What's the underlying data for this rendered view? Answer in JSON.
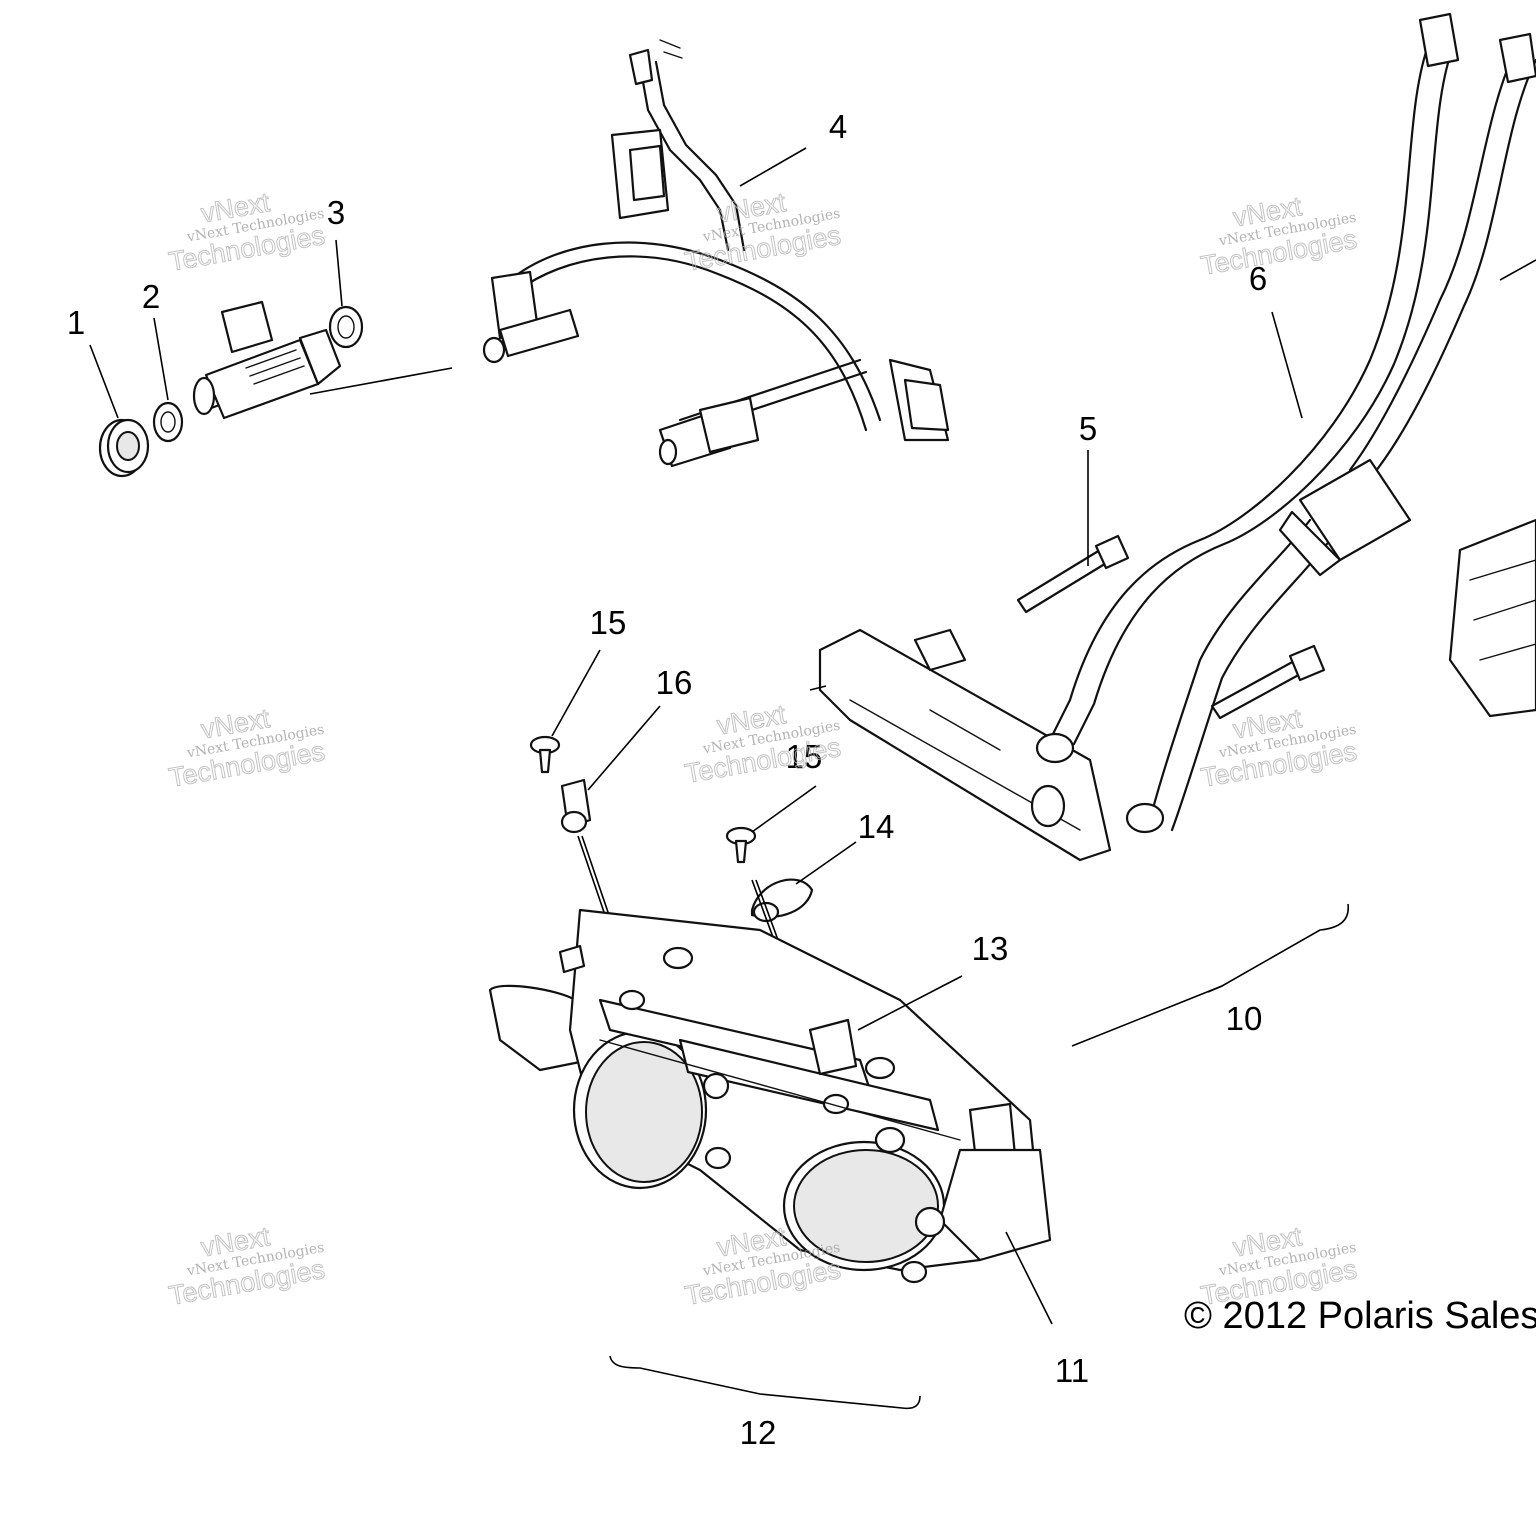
{
  "callouts": {
    "c1": "1",
    "c2": "2",
    "c3": "3",
    "c4": "4",
    "c5": "5",
    "c6": "6",
    "c10": "10",
    "c11": "11",
    "c12": "12",
    "c13": "13",
    "c14": "14",
    "c15a": "15",
    "c15b": "15",
    "c16": "16"
  },
  "copyright": "© 2012 Polaris Sales",
  "watermark": {
    "line1": "vNext",
    "line2": "vNext Technologies",
    "line3": "Technologies"
  }
}
